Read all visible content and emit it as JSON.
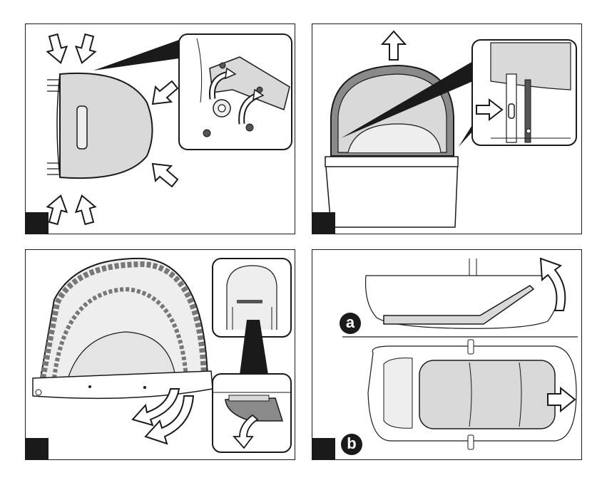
{
  "manual_page": {
    "panels": [
      {
        "id": "step-1",
        "description_visible": false,
        "step_label": ""
      },
      {
        "id": "step-2",
        "step_label": ""
      },
      {
        "id": "step-3",
        "step_label": ""
      },
      {
        "id": "step-4",
        "step_label": ""
      }
    ],
    "callouts": {
      "a": "a",
      "b": "b"
    },
    "colors": {
      "line": "#1a1a1a",
      "fill_grey": "#d9d9d9",
      "fill_light": "#eeeeee"
    }
  }
}
